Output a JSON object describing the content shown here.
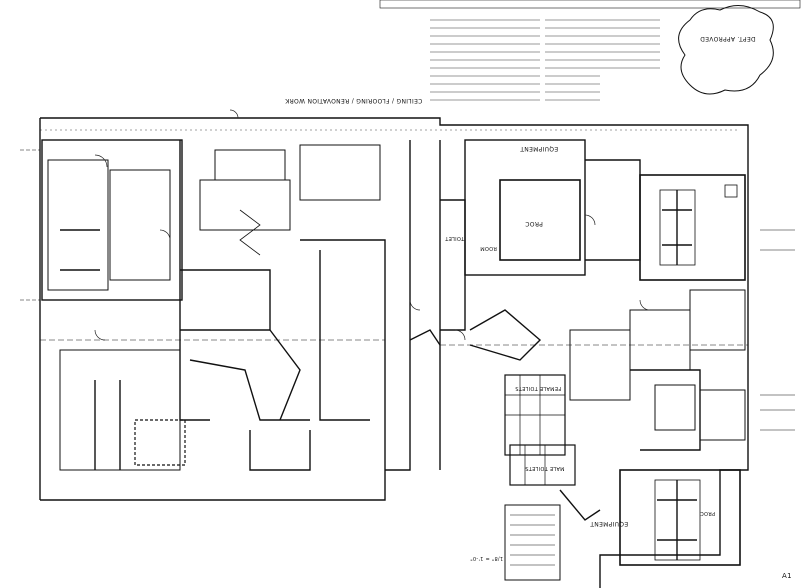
{
  "banner": "CEILING / FLOORING / RENOVATION WORK",
  "stamp": "DEPT. APPROVED",
  "rooms": {
    "female_toilets": "FEMALE TOILETS",
    "male_toilets": "MALE TOILETS",
    "equipment_top": "EQUIPMENT",
    "equipment_bottom": "EQUIPMENT",
    "proc_top": "PROC",
    "proc_bottom": "PROC",
    "room": "ROOM",
    "toilet": "TOILET"
  },
  "scale_label": "1/8\" = 1'-0\"",
  "sheet_number": "A1"
}
